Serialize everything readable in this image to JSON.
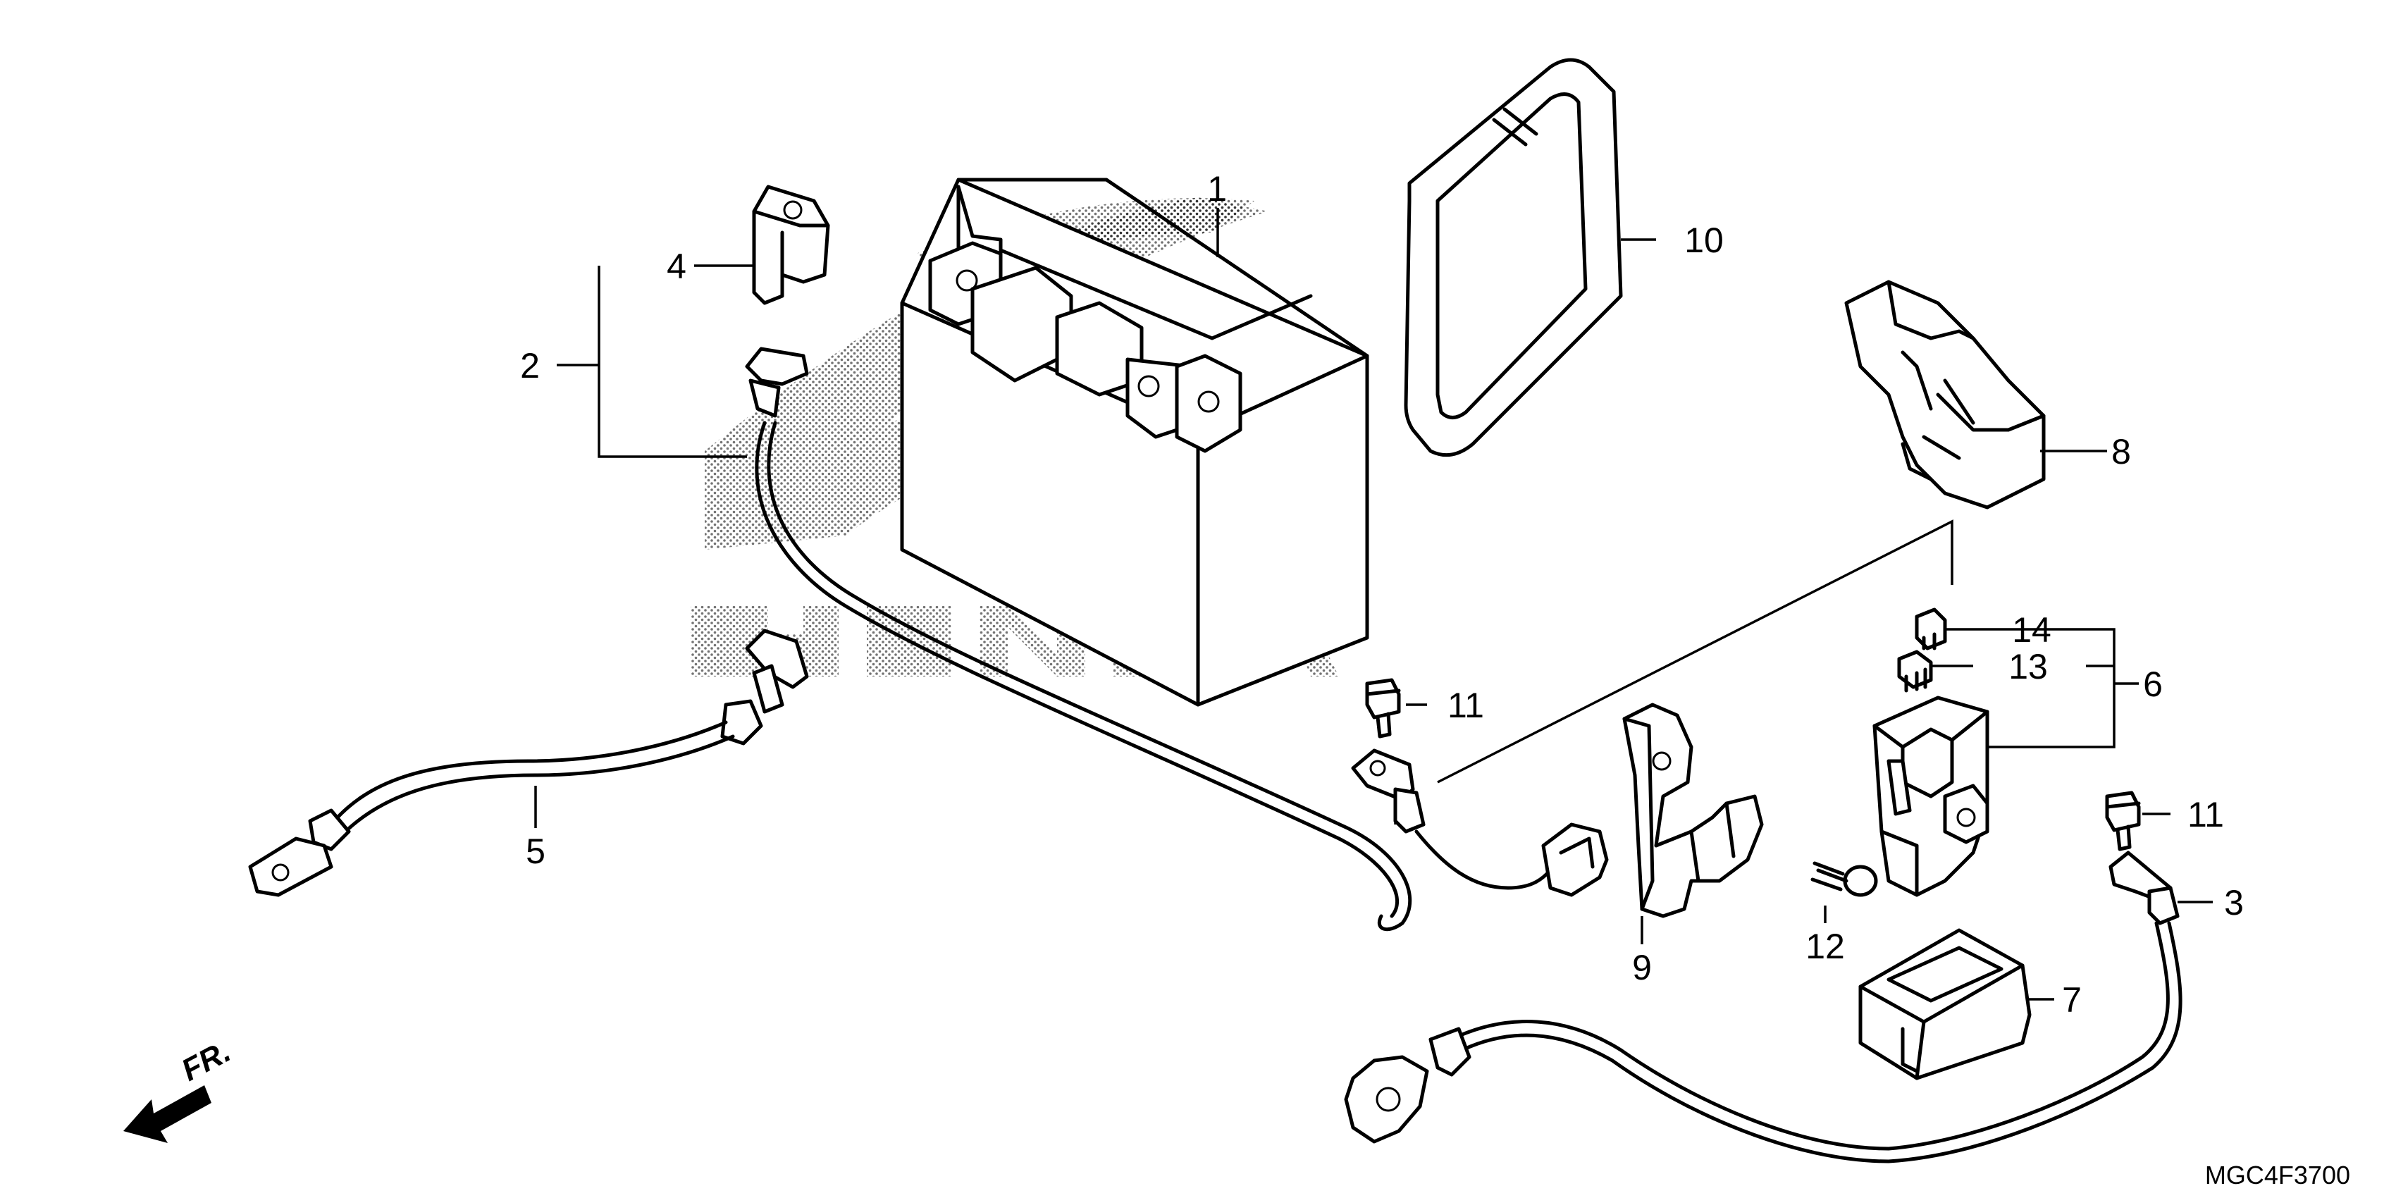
{
  "diagram_code": "MGC4F3700",
  "direction_label": "FR.",
  "callouts": {
    "c1": "1",
    "c2": "2",
    "c3": "3",
    "c4": "4",
    "c5": "5",
    "c6": "6",
    "c7": "7",
    "c8": "8",
    "c9": "9",
    "c10": "10",
    "c11a": "11",
    "c11b": "11",
    "c12": "12",
    "c13": "13",
    "c14": "14"
  },
  "icons": {
    "direction": "arrow-front-icon",
    "watermark": "brand-watermark-icon"
  }
}
